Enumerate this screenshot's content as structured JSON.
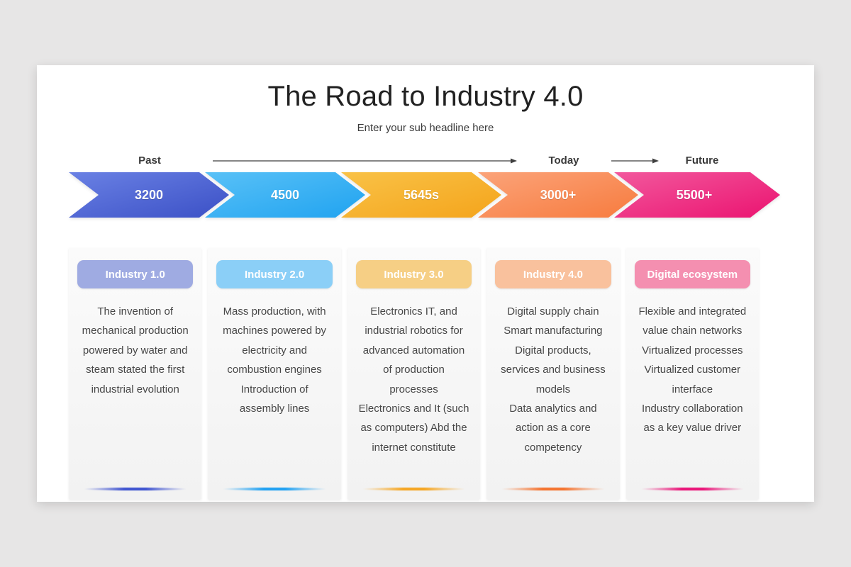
{
  "slide": {
    "title": "The Road to Industry 4.0",
    "subtitle": "Enter your sub headline here"
  },
  "timeline": {
    "past_label": "Past",
    "today_label": "Today",
    "future_label": "Future"
  },
  "stages": [
    {
      "year": "3200",
      "badge": "Industry 1.0",
      "description": "The invention of\nmechanical production\npowered by water and\nsteam stated the first\nindustrial evolution",
      "chevron_from": "#6a81e4",
      "chevron_to": "#3b50c6",
      "badge_color": "#9fabe2",
      "glow_color": "#3b50cf"
    },
    {
      "year": "4500",
      "badge": "Industry 2.0",
      "description": "Mass production, with\nmachines powered by\nelectricity and\ncombustion engines\nIntroduction of\nassembly lines",
      "chevron_from": "#59c1f7",
      "chevron_to": "#20a3f0",
      "badge_color": "#8bcff7",
      "glow_color": "#1b9ff2"
    },
    {
      "year": "5645s",
      "badge": "Industry 3.0",
      "description": "Electronics IT, and\nindustrial robotics for\nadvanced automation\nof production\nprocesses\nElectronics and It (such\nas computers) Abd the\ninternet constitute",
      "chevron_from": "#f9c247",
      "chevron_to": "#f4a41b",
      "badge_color": "#f6cf85",
      "glow_color": "#f5a41e"
    },
    {
      "year": "3000+",
      "badge": "Industry 4.0",
      "description": "Digital supply chain\nSmart manufacturing\nDigital products,\nservices and business\nmodels\nData analytics and\naction as a core\ncompetency",
      "chevron_from": "#fba379",
      "chevron_to": "#f77b3e",
      "badge_color": "#f9c19d",
      "glow_color": "#f4702a"
    },
    {
      "year": "5500+",
      "badge": "Digital ecosystem",
      "description": "Flexible and integrated\nvalue chain networks\nVirtualized processes\nVirtualized customer\ninterface\nIndustry collaboration\nas a key value driver",
      "chevron_from": "#f2589d",
      "chevron_to": "#eb1370",
      "badge_color": "#f48fb0",
      "glow_color": "#e90e75"
    }
  ]
}
